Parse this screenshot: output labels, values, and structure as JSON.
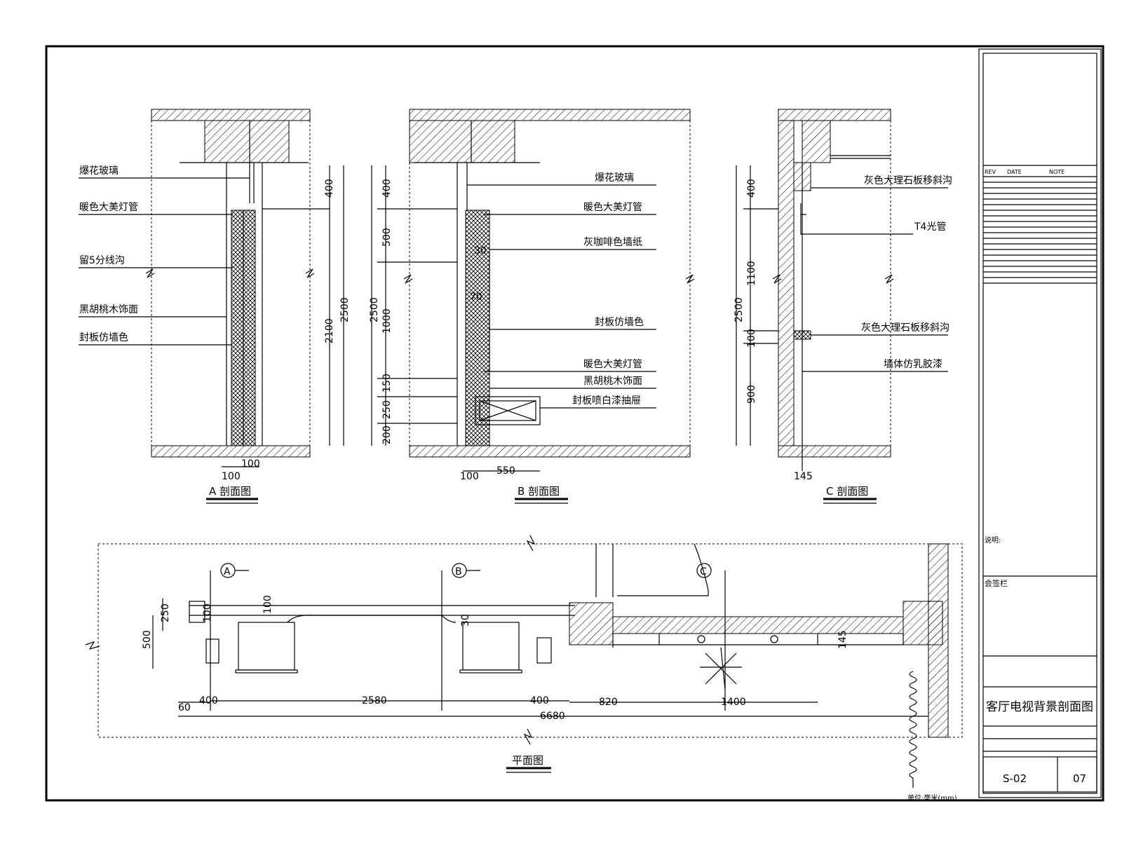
{
  "sections": {
    "a": {
      "title": "A 剖面图",
      "labels": [
        "爆花玻璃",
        "暖色大美灯管",
        "留5分线沟",
        "黑胡桃木饰面",
        "封板仿墙色"
      ],
      "dims": {
        "d400": "400",
        "d2100": "2100",
        "d2500": "2500",
        "d100a": "100",
        "d100b": "100"
      }
    },
    "b": {
      "title": "B 剖面图",
      "labels": [
        "爆花玻璃",
        "暖色大美灯管",
        "灰咖啡色墙纸",
        "封板仿墙色",
        "暖色大美灯管",
        "黑胡桃木饰面",
        "封板喷白漆抽屉"
      ],
      "dims": {
        "d2500": "2500",
        "d400": "400",
        "d500": "500",
        "d1000": "1000",
        "d150": "150",
        "d250": "250",
        "d200": "200",
        "d30": "30",
        "d70": "70",
        "d100": "100",
        "d550": "550"
      }
    },
    "c": {
      "title": "C 剖面图",
      "labels": [
        "灰色大理石板移斜沟",
        "T4光管",
        "灰色大理石板移斜沟",
        "墙体仿乳胶漆"
      ],
      "dims": {
        "d2500": "2500",
        "d400": "400",
        "d1100": "1100",
        "d100": "100",
        "d900": "900",
        "d145": "145"
      }
    }
  },
  "plan": {
    "title": "平面图",
    "markers": [
      "A",
      "B",
      "C"
    ],
    "dims": {
      "d250": "250",
      "d500": "500",
      "d100a": "100",
      "d100b": "100",
      "d30": "30",
      "d145": "145",
      "d60": "60",
      "d400a": "400",
      "d2580": "2580",
      "d400b": "400",
      "d820": "820",
      "d1400": "1400",
      "d6680": "6680"
    },
    "unit_note": "单位:毫米(mm)"
  },
  "title_block": {
    "rev_headers": [
      "REV",
      "DATE",
      "NOTE"
    ],
    "notes_title": "说明:",
    "company": "会签栏",
    "drawing_title": "客厅电视背景剖面图",
    "drawing_no": "S-02",
    "page_no": "07"
  }
}
